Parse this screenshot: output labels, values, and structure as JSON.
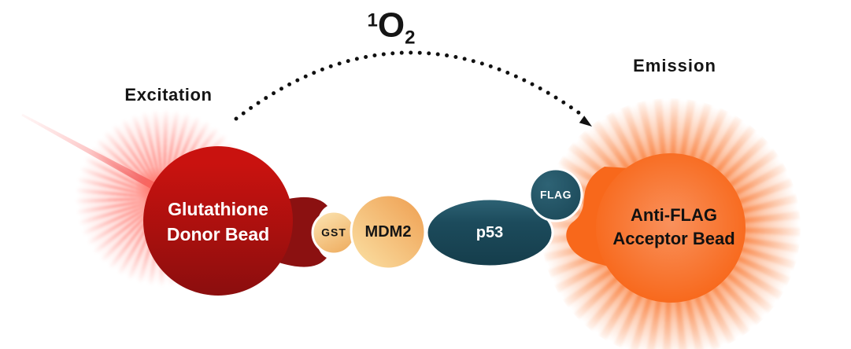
{
  "labels": {
    "excitation": "Excitation",
    "emission": "Emission"
  },
  "singlet_oxygen": {
    "superscript": "1",
    "base": "O",
    "subscript": "2"
  },
  "donor_bead": {
    "line1": "Glutathione",
    "line2": "Donor Bead",
    "text_color": "#FFFFFF",
    "color_top": "#C9120F",
    "color_bottom": "#8B0E0E",
    "connector_color": "#8B1111",
    "glow_color": "#FF5548",
    "laser_color": "#EF4B4B"
  },
  "acceptor_bead": {
    "line1": "Anti-FLAG",
    "line2": "Acceptor Bead",
    "text_color": "#111111",
    "color_center": "#F9915C",
    "color_edge": "#F8681B",
    "connector_color": "#F8681B",
    "glow_color": "#F96A1C"
  },
  "proteins": {
    "gst": {
      "label": "GST",
      "color_light": "#FBE3B0",
      "color_dark": "#EFAF63",
      "text_color": "#111111"
    },
    "mdm2": {
      "label": "MDM2",
      "color_light": "#FBE2A6",
      "color_dark": "#EE9D4F",
      "text_color": "#111111"
    },
    "p53": {
      "label": "p53",
      "color_top": "#2E6375",
      "color_bottom": "#153D4B",
      "text_color": "#FFFFFF"
    },
    "flag": {
      "label": "FLAG",
      "color_top": "#2E6375",
      "color_bottom": "#1B4858",
      "text_color": "#FFFFFF"
    }
  },
  "energy_transfer": {
    "arrow_color": "#111111",
    "arrow_style": "dotted-arc"
  }
}
